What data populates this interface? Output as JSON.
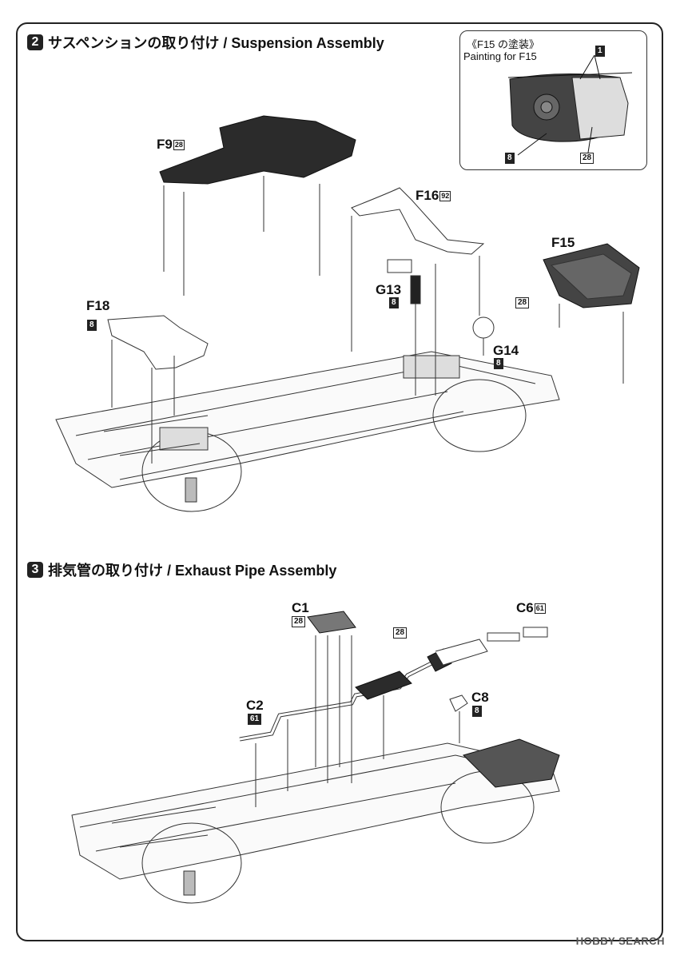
{
  "step2": {
    "number": "2",
    "title": "サスペンションの取り付け / Suspension Assembly"
  },
  "step3": {
    "number": "3",
    "title": "排気管の取り付け / Exhaust Pipe Assembly"
  },
  "inset": {
    "title": "《F15 の塗装》",
    "subtitle": "Painting for F15",
    "mark_1": "1",
    "mark_8": "8",
    "mark_28": "28"
  },
  "parts": {
    "f9": {
      "name": "F9",
      "code": "28"
    },
    "f16": {
      "name": "F16",
      "code": "92"
    },
    "f15": {
      "name": "F15"
    },
    "f18": {
      "name": "F18",
      "code": "8"
    },
    "g13": {
      "name": "G13",
      "code": "8"
    },
    "g14": {
      "name": "G14",
      "code": "8"
    },
    "g_shared": {
      "code": "28"
    },
    "c1": {
      "name": "C1",
      "code": "28"
    },
    "c2": {
      "name": "C2",
      "code": "61"
    },
    "c6": {
      "name": "C6",
      "code": "61"
    },
    "c8": {
      "name": "C8",
      "code": "8"
    },
    "c_shared": {
      "code": "28"
    }
  },
  "watermark": "HOBBY SEARCH",
  "colors": {
    "frame": "#222222",
    "part_dark": "#2b2b2b",
    "line": "#333333"
  }
}
